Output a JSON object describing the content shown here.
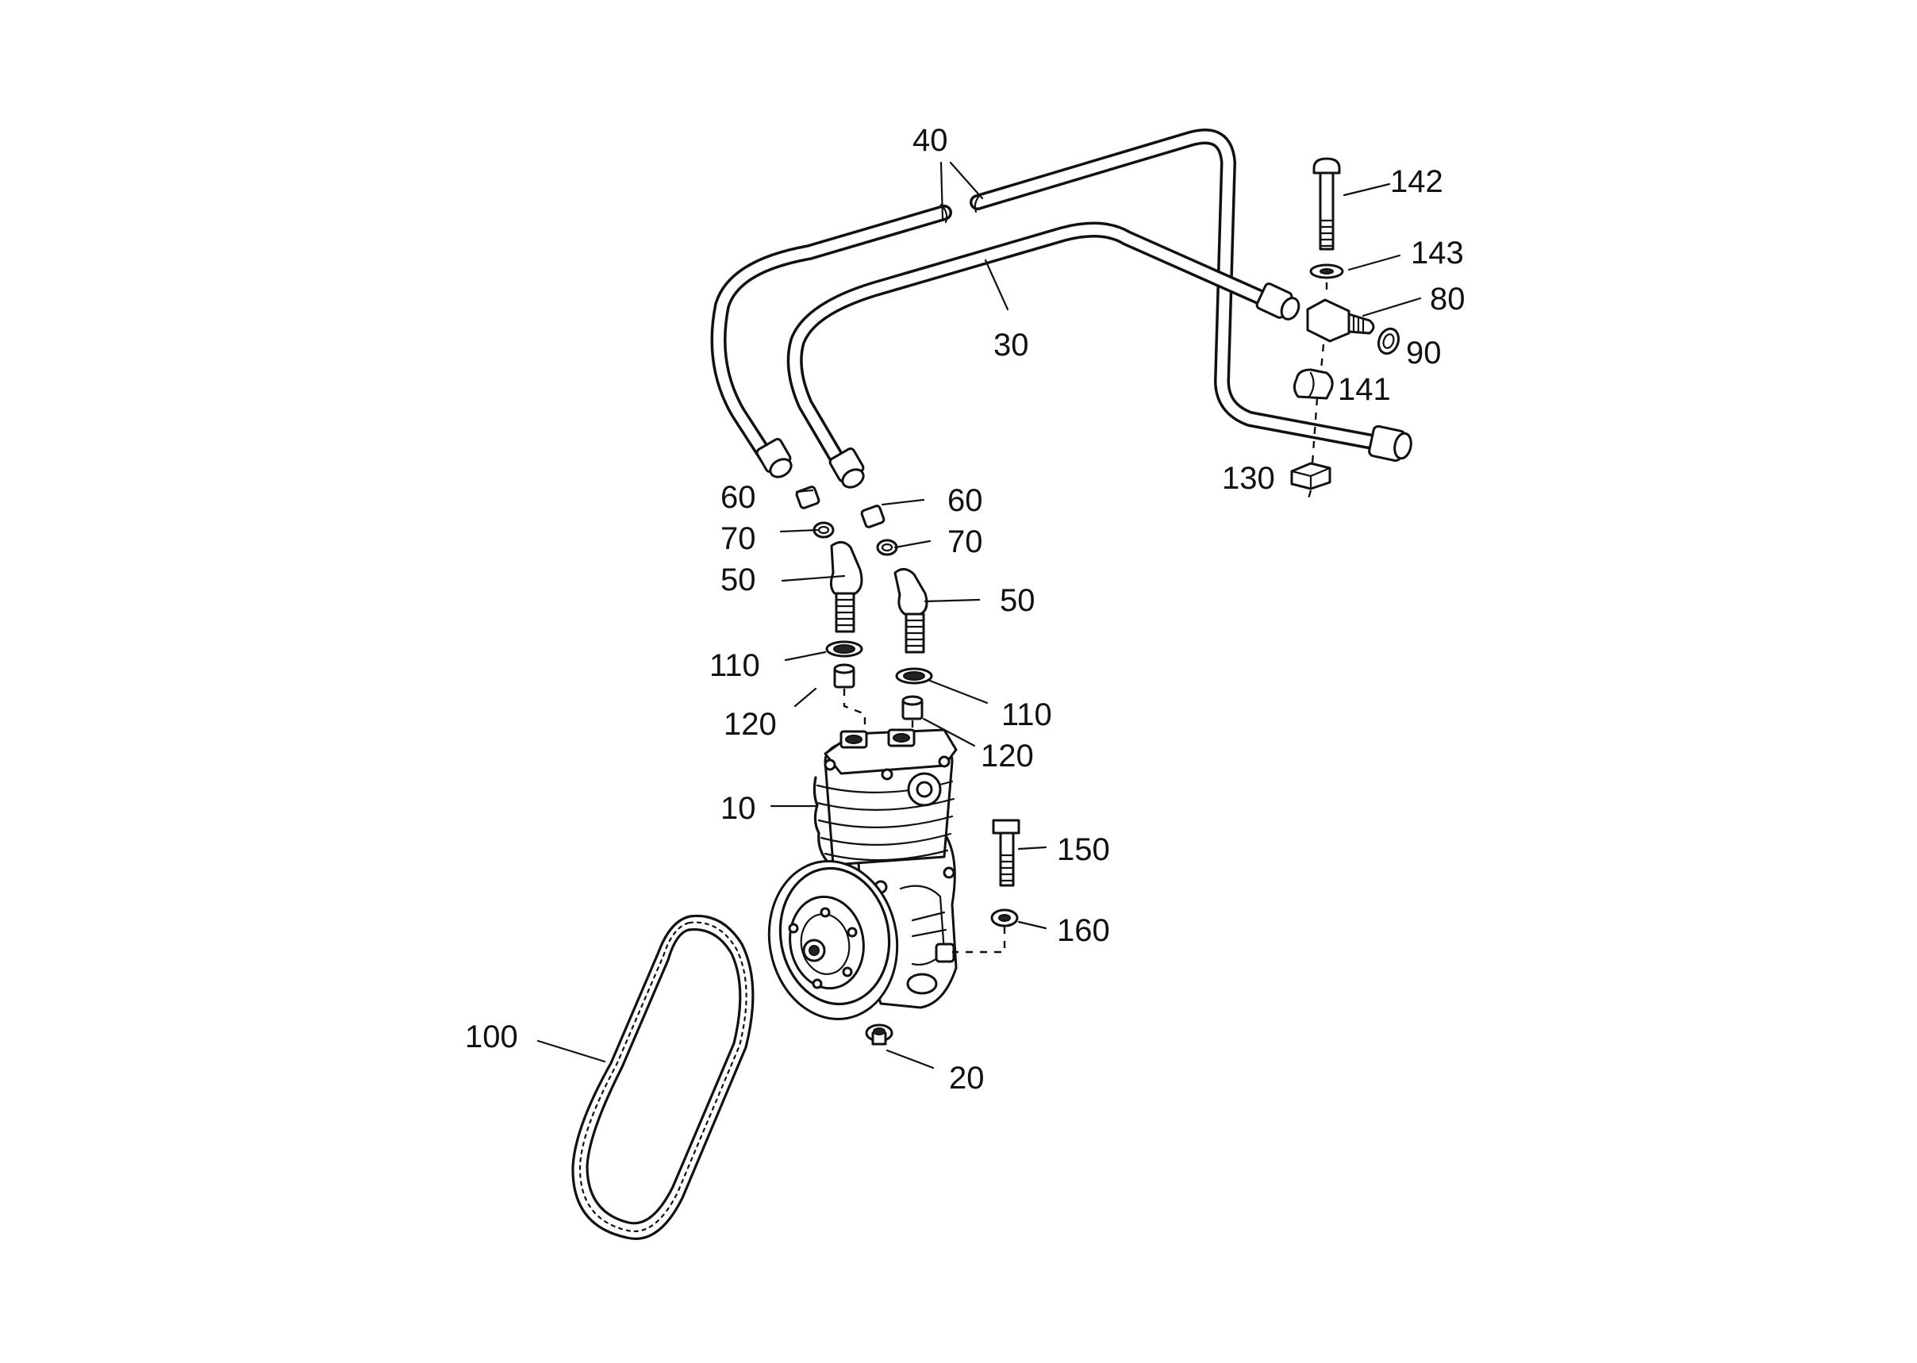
{
  "diagram": {
    "background": "#ffffff",
    "ink": "#111111",
    "callouts": {
      "c10": "10",
      "c20": "20",
      "c30": "30",
      "c40": "40",
      "c50a": "50",
      "c50b": "50",
      "c60a": "60",
      "c60b": "60",
      "c70a": "70",
      "c70b": "70",
      "c80": "80",
      "c90": "90",
      "c100": "100",
      "c110a": "110",
      "c110b": "110",
      "c120a": "120",
      "c120b": "120",
      "c130": "130",
      "c141": "141",
      "c142": "142",
      "c143": "143",
      "c150": "150",
      "c160": "160"
    }
  }
}
